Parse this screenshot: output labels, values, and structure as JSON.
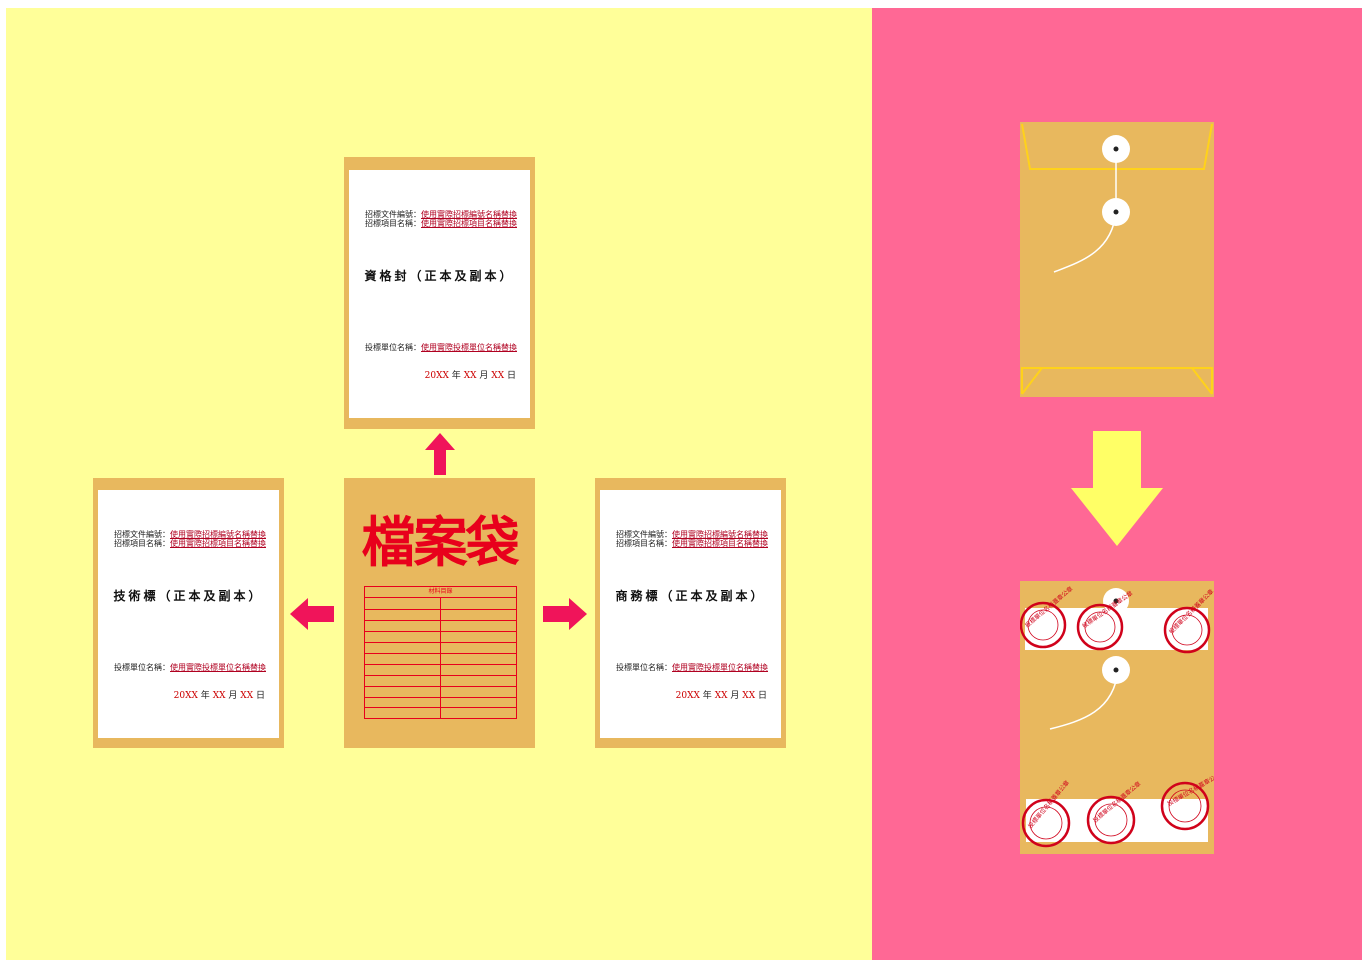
{
  "center_envelope": {
    "title": "檔案袋",
    "list_header": "材料目錄"
  },
  "cover_top": {
    "tender_no_label": "招標文件編號：",
    "tender_no_value": "使用實際招標編號名稱替換",
    "project_label": "招標項目名稱：",
    "project_value": "使用實際招標項目名稱替換",
    "title": "資格封（正本及副本）",
    "bidder_label": "投標單位名稱：",
    "bidder_value": "使用實際投標單位名稱替換",
    "date_year": "20XX",
    "date_y": "年",
    "date_month": "XX",
    "date_m": "月",
    "date_day": "XX",
    "date_d": "日"
  },
  "cover_left": {
    "tender_no_label": "招標文件編號：",
    "tender_no_value": "使用實際招標編號名稱替換",
    "project_label": "招標項目名稱：",
    "project_value": "使用實際招標項目名稱替換",
    "title": "技術標（正本及副本）",
    "bidder_label": "投標單位名稱：",
    "bidder_value": "使用實際投標單位名稱替換",
    "date_year": "20XX",
    "date_y": "年",
    "date_month": "XX",
    "date_m": "月",
    "date_day": "XX",
    "date_d": "日"
  },
  "cover_right": {
    "tender_no_label": "招標文件編號：",
    "tender_no_value": "使用實際招標編號名稱替換",
    "project_label": "招標項目名稱：",
    "project_value": "使用實際招標項目名稱替換",
    "title": "商務標（正本及副本）",
    "bidder_label": "投標單位名稱：",
    "bidder_value": "使用實際投標單位名稱替換",
    "date_year": "20XX",
    "date_y": "年",
    "date_month": "XX",
    "date_m": "月",
    "date_day": "XX",
    "date_d": "日"
  },
  "seal_text": "投標單位名稱蓋章公章",
  "colors": {
    "left_bg": "#ffff99",
    "right_bg": "#ff6895",
    "envelope": "#e8b85e",
    "arrow_pink": "#f0145a",
    "arrow_yellow": "#ffff66",
    "seal_red": "#d0021b"
  }
}
